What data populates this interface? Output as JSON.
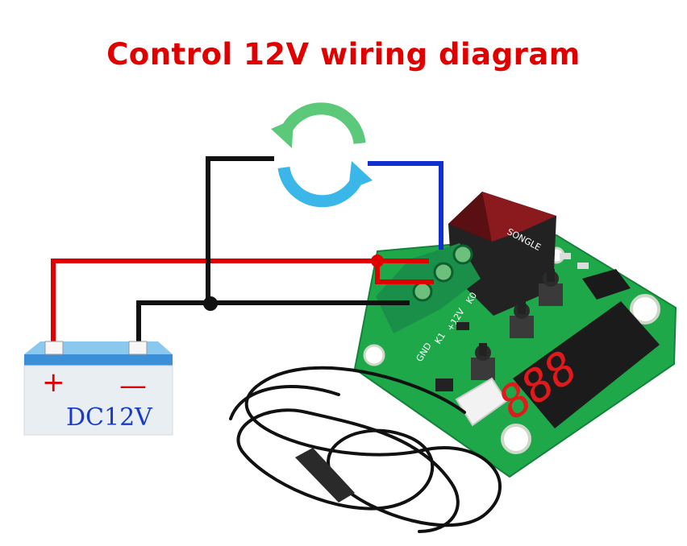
{
  "title": "Control 12V wiring diagram",
  "battery": {
    "label": "DC12V",
    "plus_symbol": "+",
    "minus_symbol": "—"
  },
  "board": {
    "terminal_labels": [
      "GND",
      "K1",
      "+12V"
    ],
    "relay_label": "SONGLE",
    "indicator_label": "K0",
    "display_digits": "888"
  },
  "colors": {
    "title": "#e00000",
    "wire_positive": "#e00000",
    "wire_negative": "#111111",
    "wire_load": "#1030d0",
    "pcb": "#1fa84a",
    "battery_body": "#e9eef2",
    "battery_top": "#3b8fd6",
    "cycle_arrow_top": "#5cc87a",
    "cycle_arrow_bottom": "#3ab6e8"
  },
  "icons": [
    "cycle-arrows-icon",
    "battery-icon",
    "relay-icon",
    "sensor-probe-icon"
  ]
}
